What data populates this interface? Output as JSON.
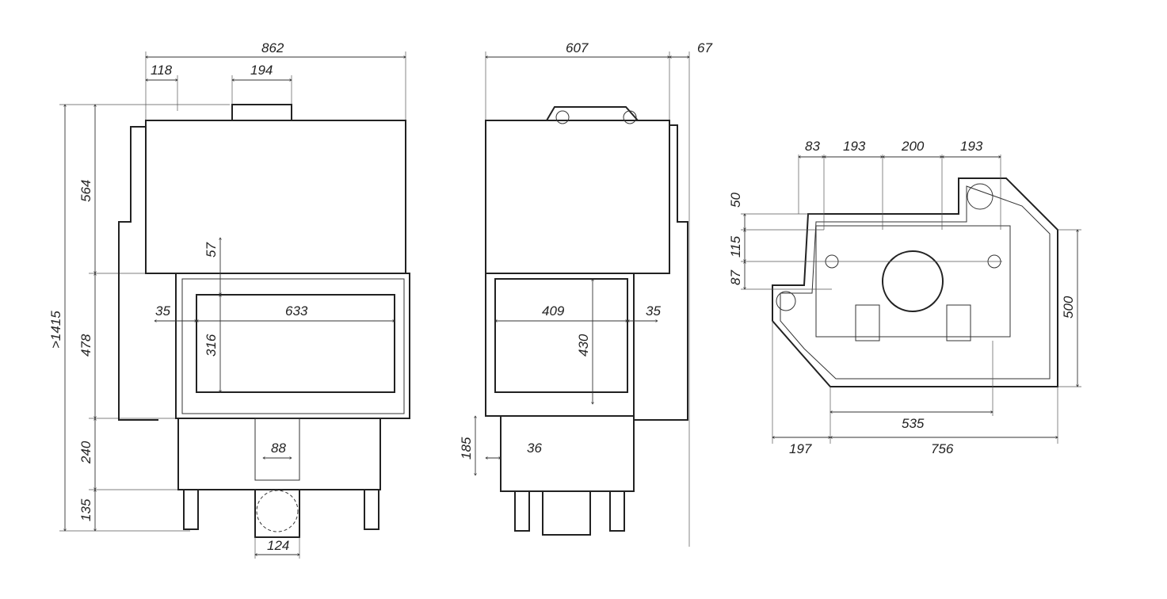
{
  "front_view": {
    "dims": {
      "overall_width": "862",
      "offset_left": "118",
      "flue_width": "194",
      "overall_height": ">1415",
      "upper_height": "564",
      "door_height": "478",
      "base_height": "240",
      "leg_height": "135",
      "glass_top_offset": "57",
      "frame_left": "35",
      "glass_width": "633",
      "glass_height": "316",
      "air_inlet_width": "88",
      "duct_width": "124"
    }
  },
  "side_view": {
    "dims": {
      "overall_depth": "607",
      "side_offset": "67",
      "glass_width": "409",
      "glass_height": "430",
      "frame_right": "35",
      "base_height": "185",
      "base_offset": "36"
    }
  },
  "top_view": {
    "dims": {
      "spacing_1": "83",
      "spacing_2": "193",
      "spacing_3": "200",
      "spacing_4": "193",
      "row_1": "50",
      "row_2": "115",
      "row_3": "87",
      "depth": "500",
      "inner_width": "535",
      "corner_offset": "197",
      "overall_width": "756"
    }
  }
}
